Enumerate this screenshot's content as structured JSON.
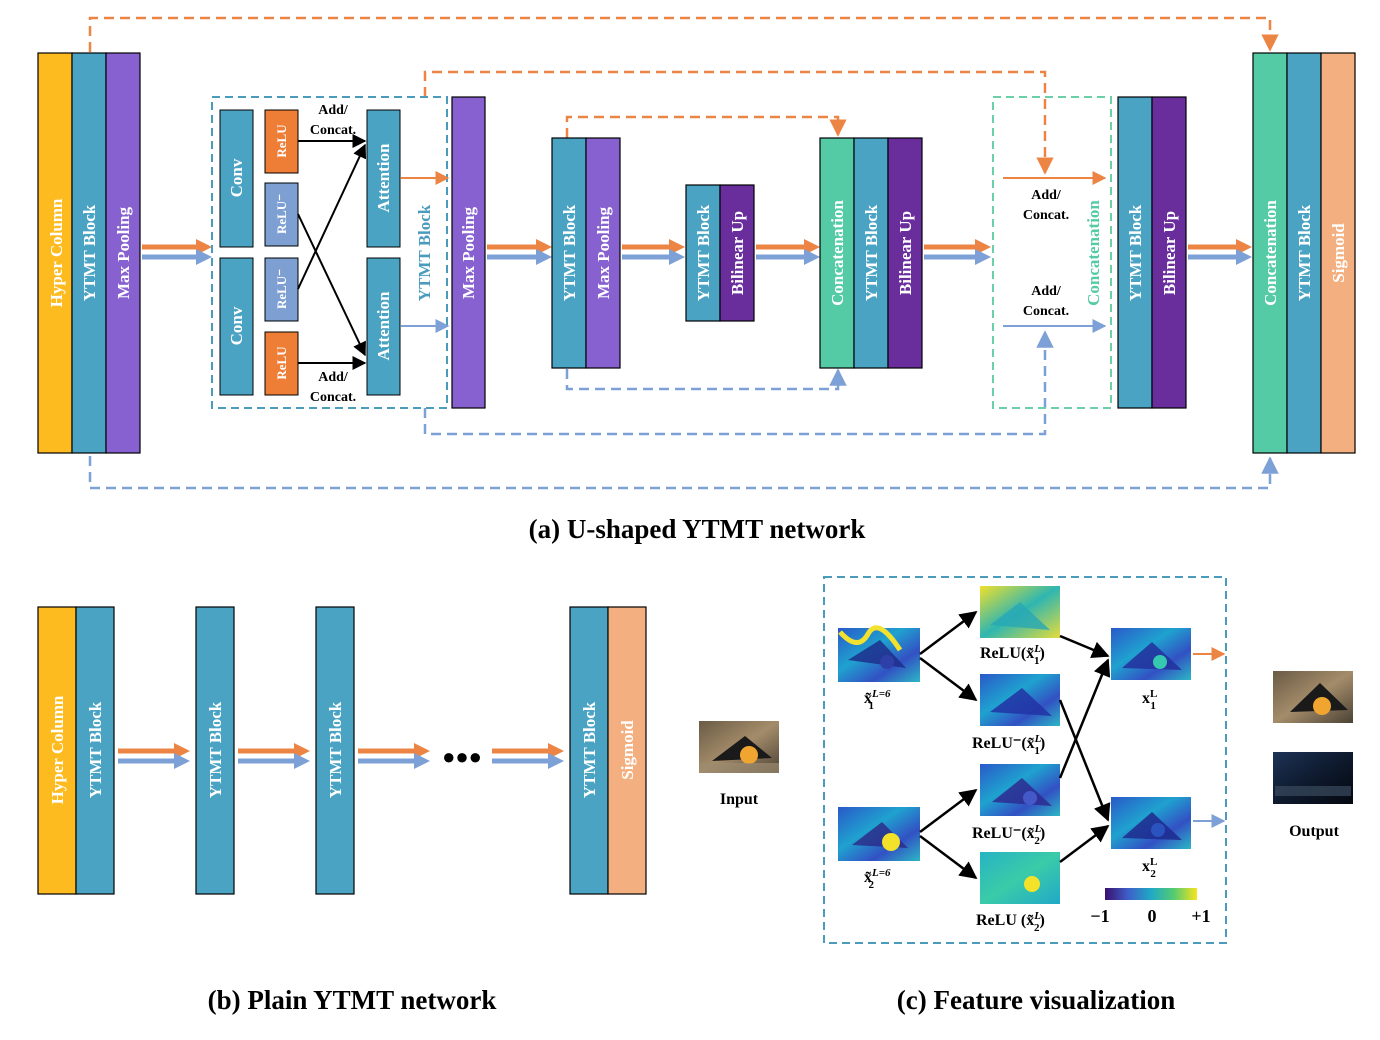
{
  "colors": {
    "hyper_column": "#FDBB1F",
    "ytmt": "#4BA3C3",
    "max_pool": "#8661CF",
    "bilinear": "#6A2E9C",
    "concat": "#54CBA5",
    "sigmoid": "#F3AF80",
    "relu": "#EE7D36",
    "relu_neg": "#7D9FD2",
    "orange_arrow": "#EC8544",
    "blue_arrow": "#7DA1D6",
    "frame_blue": "#4B9BBC",
    "frame_green": "#6BCFA8"
  },
  "labels": {
    "hyper_column": "Hyper Column",
    "ytmt_block": "YTMT Block",
    "max_pooling": "Max Pooling",
    "bilinear_up": "Bilinear Up",
    "concatenation": "Concatenation",
    "sigmoid": "Sigmoid",
    "conv": "Conv",
    "relu": "ReLU",
    "relu_neg": "ReLU⁻",
    "attention": "Attention",
    "add": "Add/",
    "concat": "Concat.",
    "dots": "●●●",
    "input": "Input",
    "output": "Output"
  },
  "captions": {
    "a": "(a) U-shaped YTMT network",
    "b": "(b) Plain YTMT network",
    "c": "(c) Feature visualization"
  },
  "feature_vis": {
    "x1_in": "x̃",
    "x1_in_sub": "1",
    "x1_in_sup": "L=6",
    "x2_in": "x̃",
    "x2_in_sub": "2",
    "x2_in_sup": "L=6",
    "relu_x1": "ReLU(x̃",
    "relu_x1_sub": "1",
    "relu_x1_sup": "L",
    "reluneg_x1": "ReLU⁻(x̃",
    "reluneg_x1_sub": "1",
    "reluneg_x1_sup": "L",
    "reluneg_x2": "ReLU⁻(x̃",
    "reluneg_x2_sub": "2",
    "reluneg_x2_sup": "L",
    "relu_x2": "ReLU (x̃",
    "relu_x2_sub": "2",
    "relu_x2_sup": "L",
    "close_paren": ")",
    "x1_out": "x",
    "x1_out_sub": "1",
    "x1_out_sup": "L",
    "x2_out": "x",
    "x2_out_sub": "2",
    "x2_out_sup": "L",
    "colorbar_min": "−1",
    "colorbar_mid": "0",
    "colorbar_max": "+1"
  }
}
